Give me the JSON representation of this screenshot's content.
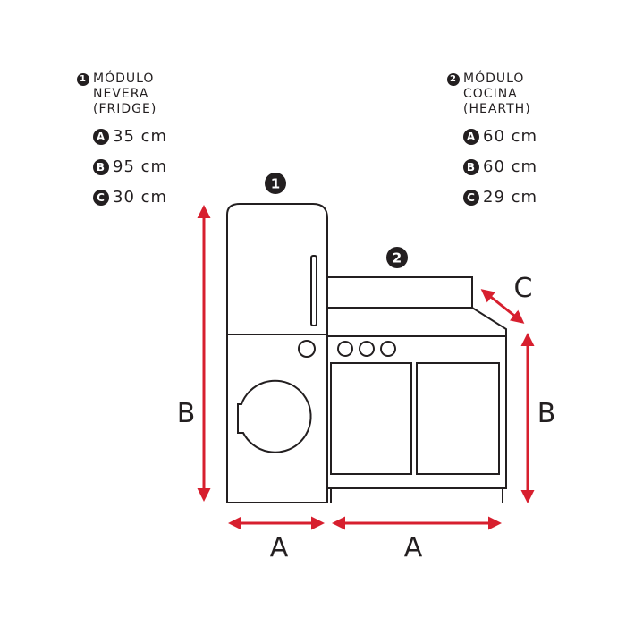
{
  "fridge": {
    "number": "1",
    "title_line1": "MÓDULO",
    "title_line2": "NEVERA",
    "title_line3": "(FRIDGE)",
    "dims": [
      {
        "letter": "A",
        "value": "35 cm"
      },
      {
        "letter": "B",
        "value": "95 cm"
      },
      {
        "letter": "C",
        "value": "30 cm"
      }
    ]
  },
  "kitchen": {
    "number": "2",
    "title_line1": "MÓDULO",
    "title_line2": "COCINA",
    "title_line3": "(HEARTH)",
    "dims": [
      {
        "letter": "A",
        "value": "60 cm"
      },
      {
        "letter": "B",
        "value": "60 cm"
      },
      {
        "letter": "C",
        "value": "29 cm"
      }
    ]
  },
  "diagram": {
    "marker_fridge": "1",
    "marker_kitchen": "2",
    "label_a_fridge": "A",
    "label_a_kitchen": "A",
    "label_b_fridge": "B",
    "label_b_kitchen": "B",
    "label_c": "C"
  },
  "colors": {
    "line": "#231f20",
    "arrow": "#d71f2e",
    "background": "#ffffff"
  }
}
